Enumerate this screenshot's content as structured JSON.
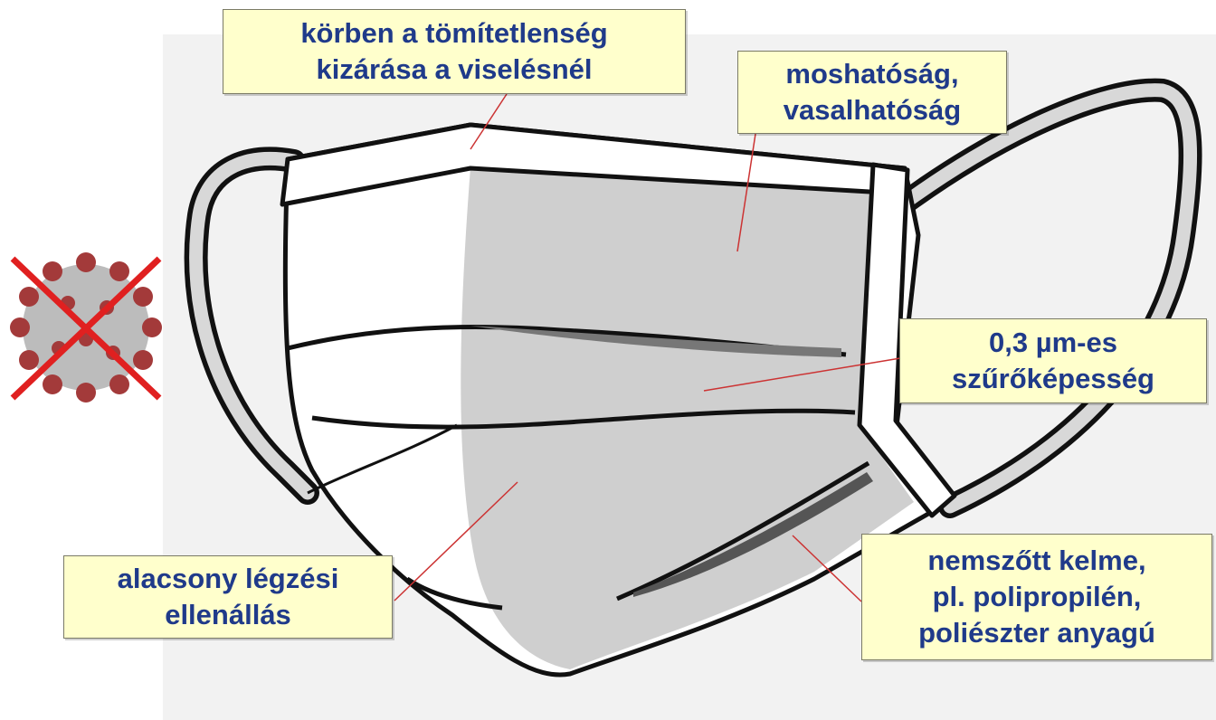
{
  "labels": {
    "seal": [
      "körben a tömítetlenség",
      "kizárása a viselésnél"
    ],
    "washable": [
      "moshatóság,",
      "vasalhatóság"
    ],
    "filter": [
      "0,3 µm-es",
      "szűrőképesség"
    ],
    "breathing": [
      "alacsony légzési",
      "ellenállás"
    ],
    "fabric": [
      "nemszőtt kelme,",
      "pl. polipropilén,",
      "poliészter anyagú"
    ]
  },
  "icons": {
    "virus": "crossed-out-virus-icon",
    "mask": "surgical-mask-illustration"
  },
  "colors": {
    "label_bg": "#ffffcc",
    "label_text": "#1f3a8a",
    "leader_line": "#cc3333",
    "panel_bg": "#f2f2f2",
    "mask_shade": "#cfcfcf",
    "cross": "#e02020",
    "virus": "#a33a3a"
  }
}
